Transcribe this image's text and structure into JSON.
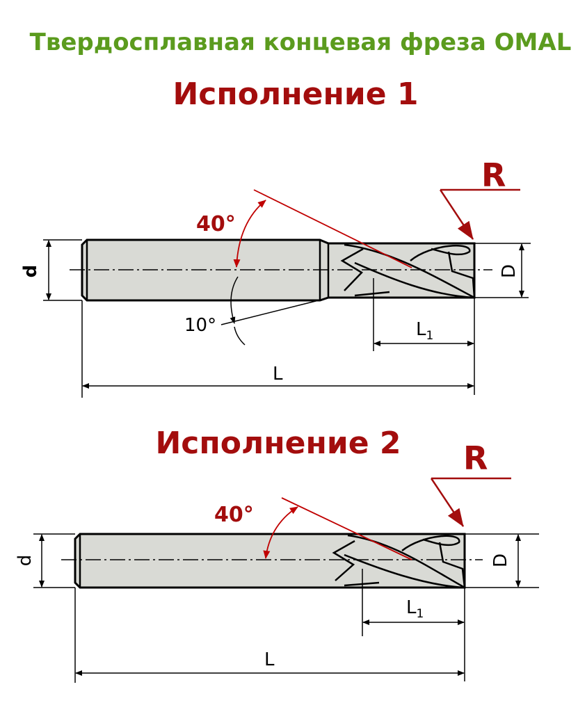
{
  "title": "Твердосплавная концевая фреза OMAL",
  "variant1": {
    "heading": "Исполнение 1",
    "angle_top": "40°",
    "angle_bottom": "10°",
    "radius_label": "R",
    "shank_diameter_label": "d",
    "cutter_diameter_label": "D",
    "flute_length_label": "L",
    "flute_length_sub": "1",
    "total_length_label": "L"
  },
  "variant2": {
    "heading": "Исполнение 2",
    "angle_top": "40°",
    "radius_label": "R",
    "shank_diameter_label": "d",
    "cutter_diameter_label": "D",
    "flute_length_label": "L",
    "flute_length_sub": "1",
    "total_length_label": "L"
  }
}
